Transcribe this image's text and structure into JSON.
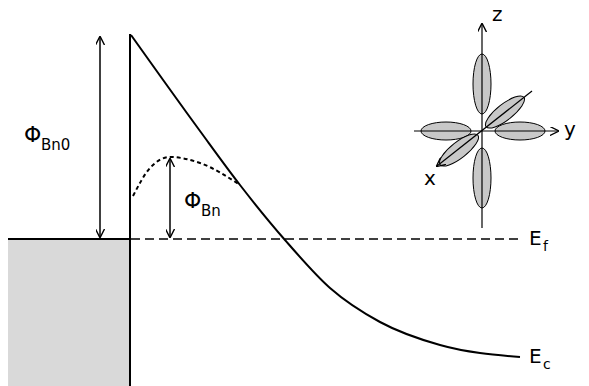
{
  "diagram": {
    "labels": [
      "Φ",
      "Bn0",
      "z",
      "y",
      "x",
      "Φ",
      "Bn",
      "E",
      "f",
      "E",
      "c"
    ]
  }
}
